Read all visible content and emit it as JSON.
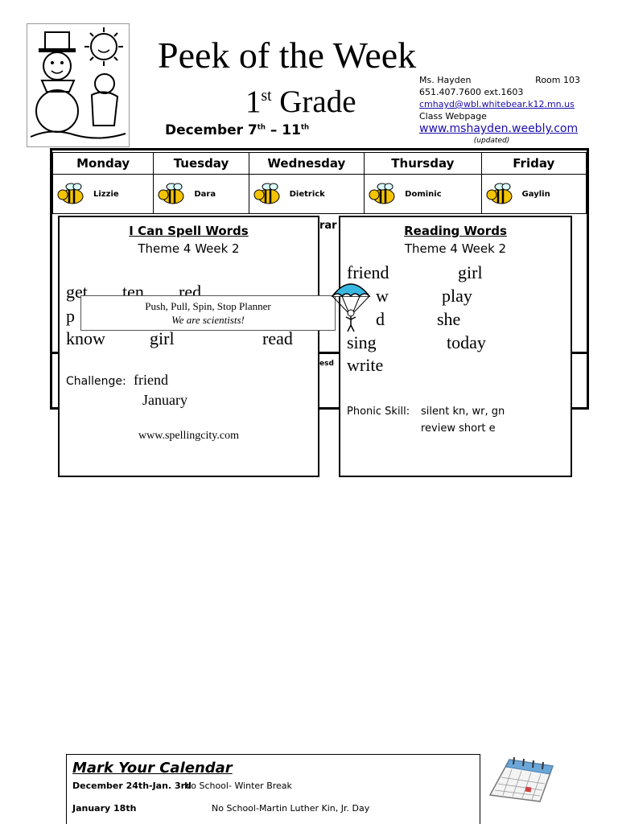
{
  "header": {
    "title": "Peek of the Week",
    "grade_num": "1",
    "grade_sup": "st",
    "grade_word": "Grade",
    "dates_start": "December 7",
    "dates_start_sup": "th",
    "dates_sep": " – ",
    "dates_end": "11",
    "dates_end_sup": "th"
  },
  "contact": {
    "teacher": "Ms. Hayden",
    "room": "Room 103",
    "phone": "651.407.7600   ext.1603",
    "email": "cmhayd@wbl.whitebear.k12.mn.us",
    "webpage_label": "Class Webpage",
    "website": "www.mshayden.weebly.com",
    "updated": "(updated)"
  },
  "week": {
    "days": [
      "Monday",
      "Tuesday",
      "Wednesday",
      "Thursday",
      "Friday"
    ],
    "students": [
      "Lizzie",
      "Dara",
      "Dietrick",
      "Dominic",
      "Gaylin"
    ],
    "partial_frag": "rar",
    "partial_frag2": "esd"
  },
  "spelling": {
    "title": "I Can Spell Words",
    "subtitle": "Theme 4 Week 2",
    "row1": [
      "get",
      "ten",
      "red"
    ],
    "row2_first": "p",
    "row3": [
      "know",
      "girl",
      "read"
    ],
    "challenge_label": "Challenge:",
    "challenge_words": [
      "friend",
      "January"
    ],
    "website": "www.spellingcity.com"
  },
  "planner": {
    "title": "Push, Pull, Spin, Stop Planner",
    "subtitle": "We are scientists!"
  },
  "reading": {
    "title": "Reading Words",
    "subtitle": "Theme 4 Week 2",
    "col1": [
      "friend",
      "w",
      "d",
      "sing",
      "write"
    ],
    "col2": [
      "girl",
      "play",
      "she",
      "today"
    ],
    "phonic_label": "Phonic Skill:",
    "phonic_line1": "silent kn, wr, gn",
    "phonic_line2": "review short e"
  },
  "calendar": {
    "title": "Mark Your Calendar",
    "events": [
      {
        "date": "December 24th-Jan. 3rd",
        "desc": "No School- Winter Break"
      },
      {
        "date": "January 18th",
        "desc": "No School-Martin Luther Kin, Jr. Day"
      }
    ]
  },
  "icons": [
    "snowman-clipart",
    "bee-icon",
    "parachute-icon",
    "calendar-icon"
  ]
}
